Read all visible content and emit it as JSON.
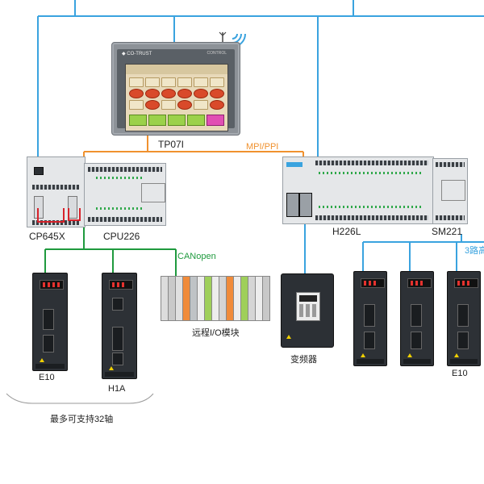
{
  "labels": {
    "hmi": "TP07I",
    "mpi": "MPI/PPI",
    "cp645x": "CP645X",
    "cpu226": "CPU226",
    "h226l": "H226L",
    "sm221": "SM221",
    "axes3": "3路高",
    "canopen": "CANopen",
    "remote_io": "远程I/O模块",
    "inverter": "变频器",
    "e10_left": "E10",
    "h1a": "H1A",
    "e10_right": "E10",
    "max_axes": "最多可支持32轴"
  },
  "colors": {
    "ethernet": "#3aa3df",
    "mpi": "#f0912e",
    "canopen": "#1f9a3e",
    "cable": "#d8222b"
  }
}
